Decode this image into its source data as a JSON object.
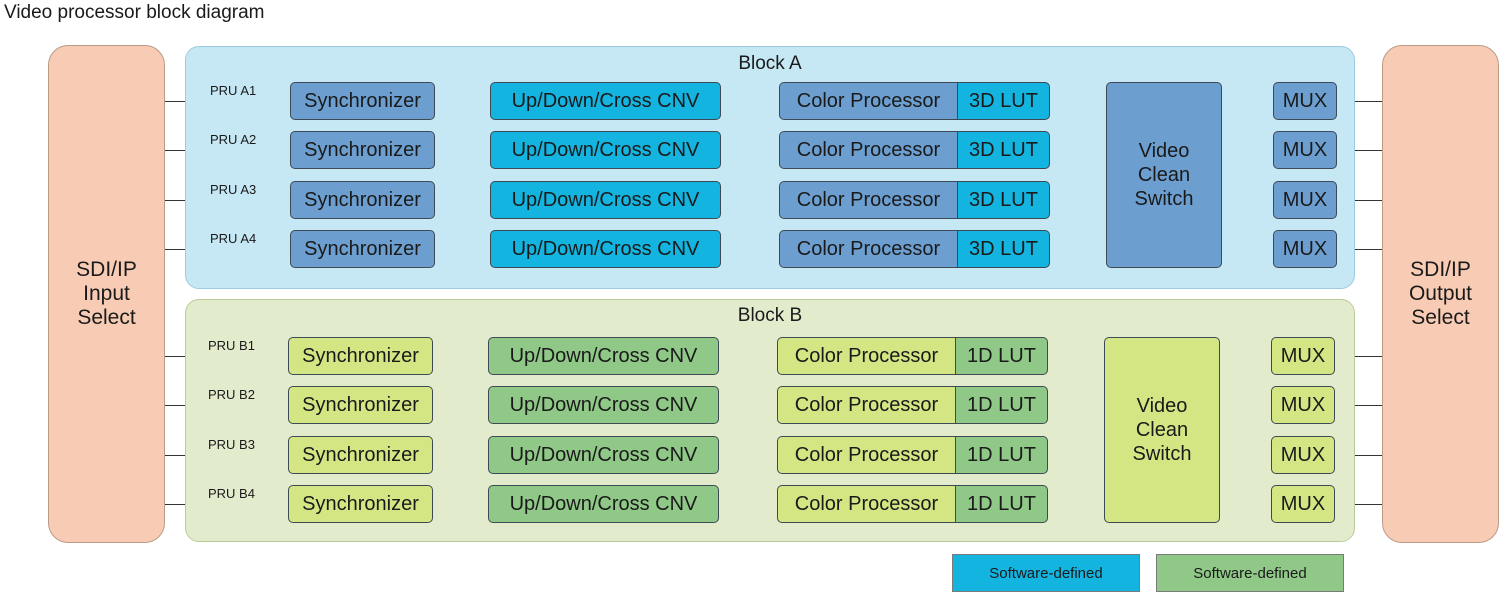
{
  "title": "Video processor block diagram",
  "input": "SDI/IP\nInput\nSelect",
  "output": "SDI/IP\nOutput\nSelect",
  "block_a": {
    "title": "Block A",
    "rows": [
      {
        "pru": "PRU A1",
        "sync": "Synchronizer",
        "cnv": "Up/Down/Cross CNV",
        "color": "Color Processor",
        "lut": "3D LUT",
        "mux": "MUX"
      },
      {
        "pru": "PRU A2",
        "sync": "Synchronizer",
        "cnv": "Up/Down/Cross CNV",
        "color": "Color Processor",
        "lut": "3D LUT",
        "mux": "MUX"
      },
      {
        "pru": "PRU A3",
        "sync": "Synchronizer",
        "cnv": "Up/Down/Cross CNV",
        "color": "Color Processor",
        "lut": "3D LUT",
        "mux": "MUX"
      },
      {
        "pru": "PRU A4",
        "sync": "Synchronizer",
        "cnv": "Up/Down/Cross CNV",
        "color": "Color Processor",
        "lut": "3D LUT",
        "mux": "MUX"
      }
    ],
    "switch": "Video\nClean\nSwitch"
  },
  "block_b": {
    "title": "Block B",
    "rows": [
      {
        "pru": "PRU B1",
        "sync": "Synchronizer",
        "cnv": "Up/Down/Cross CNV",
        "color": "Color Processor",
        "lut": "1D LUT",
        "mux": "MUX"
      },
      {
        "pru": "PRU B2",
        "sync": "Synchronizer",
        "cnv": "Up/Down/Cross CNV",
        "color": "Color Processor",
        "lut": "1D LUT",
        "mux": "MUX"
      },
      {
        "pru": "PRU B3",
        "sync": "Synchronizer",
        "cnv": "Up/Down/Cross CNV",
        "color": "Color Processor",
        "lut": "1D LUT",
        "mux": "MUX"
      },
      {
        "pru": "PRU B4",
        "sync": "Synchronizer",
        "cnv": "Up/Down/Cross CNV",
        "color": "Color Processor",
        "lut": "1D LUT",
        "mux": "MUX"
      }
    ],
    "switch": "Video\nClean\nSwitch"
  },
  "legend": [
    {
      "label": "Software-defined",
      "color": "#14b4e0"
    },
    {
      "label": "Software-defined",
      "color": "#90c888"
    }
  ]
}
